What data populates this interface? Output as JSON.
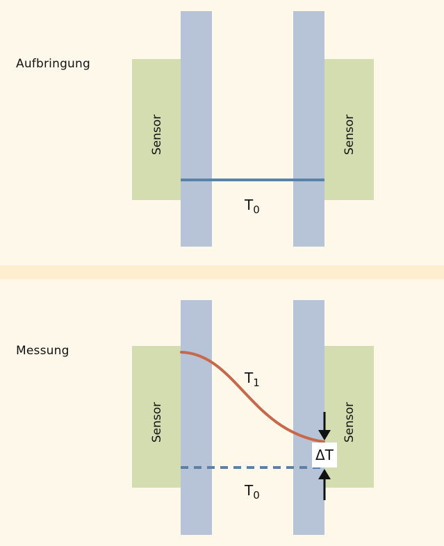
{
  "top_section": {
    "title": "Aufbringung",
    "sensor_left": "Sensor",
    "sensor_right": "Sensor",
    "t0_main": "T",
    "t0_sub": "0"
  },
  "bottom_section": {
    "title": "Messung",
    "sensor_left": "Sensor",
    "sensor_right": "Sensor",
    "t1_main": "T",
    "t1_sub": "1",
    "t0_main": "T",
    "t0_sub": "0",
    "delta": "ΔT"
  },
  "colors": {
    "background": "#fef8ea",
    "band": "#fdeed0",
    "sensor": "#d4ddb0",
    "bar": "#b7c3d6",
    "line_t0": "#5a82a8",
    "curve_t1": "#c8684a"
  }
}
